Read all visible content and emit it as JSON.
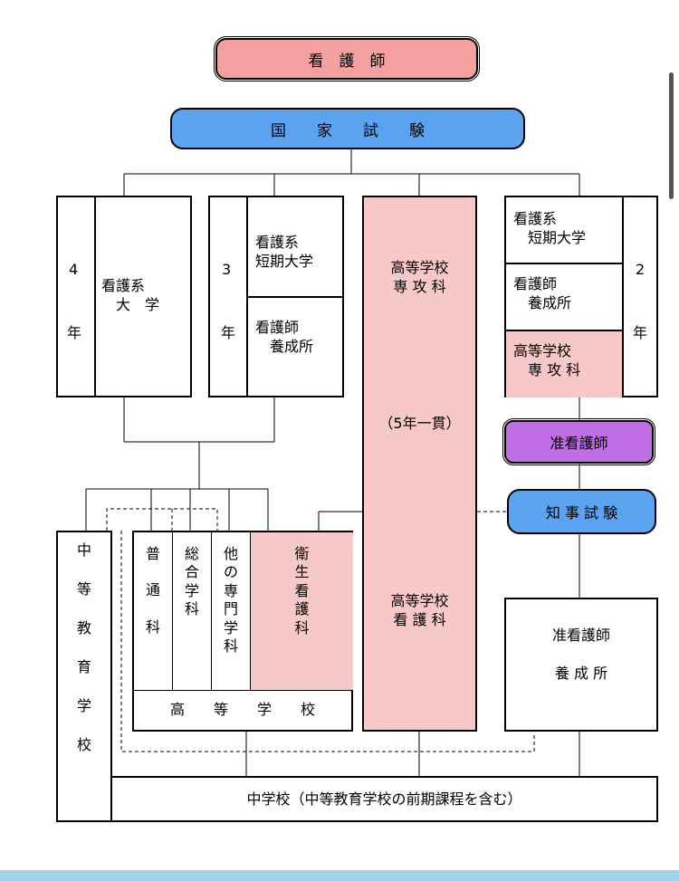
{
  "top": {
    "title": "看　護　師",
    "exam": "国　　家　　試　　験"
  },
  "left4": {
    "years_num": "4",
    "years_unit": "年",
    "name": "看護系\n　大　学"
  },
  "mid3": {
    "years_num": "3",
    "years_unit": "年",
    "top": "看護系\n短期大学",
    "bottom": "看護師\n　養成所"
  },
  "center": {
    "top": "高等学校\n専 攻 科",
    "middle": "（5年一貫）",
    "bottom": "高等学校\n看 護 科"
  },
  "right2": {
    "years_num": "2",
    "years_unit": "年",
    "a": "看護系\n　短期大学",
    "b": "看護師\n　養成所",
    "c": "高等学校\n　専 攻 科"
  },
  "assoc": {
    "title": "准看護師",
    "exam": "知 事 試 験",
    "school": "准看護師\n\n養 成 所"
  },
  "highschool": {
    "cols": [
      [
        "普",
        "通",
        "科"
      ],
      [
        "総",
        "合",
        "学",
        "科"
      ],
      [
        "他",
        "の",
        "専",
        "門",
        "学",
        "科"
      ],
      [
        "衛",
        "生",
        "看",
        "護",
        "科"
      ]
    ],
    "label": "高　　等　　学　　校"
  },
  "secondary": [
    "中",
    "等",
    "教",
    "育",
    "学",
    "校"
  ],
  "junior": "中学校（中等教育学校の前期課程を含む）",
  "colors": {
    "nurse": "#f2a0a0",
    "exam": "#5ba3f0",
    "assoc": "#bf6ee6",
    "pink": "#f7c8c8"
  }
}
